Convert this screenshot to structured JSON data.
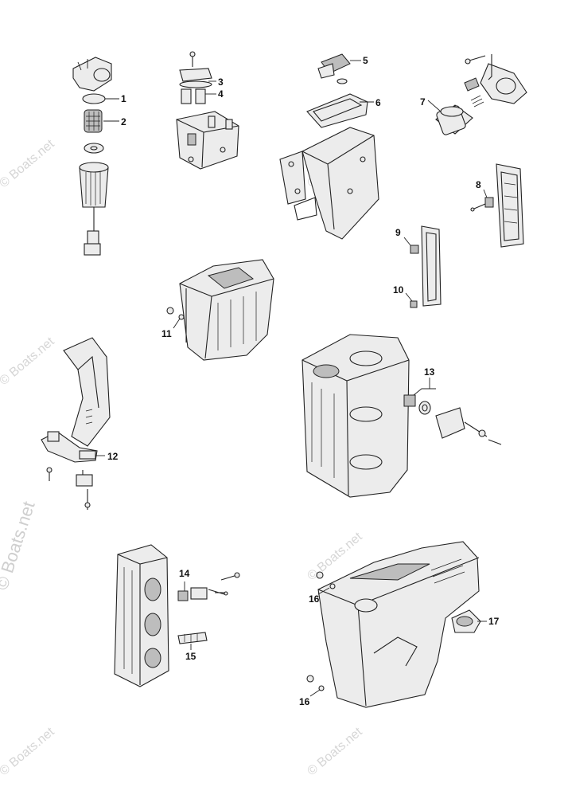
{
  "watermark": "© Boats.net",
  "callouts": [
    {
      "id": "c1",
      "label": "1"
    },
    {
      "id": "c2",
      "label": "2"
    },
    {
      "id": "c3",
      "label": "3"
    },
    {
      "id": "c4",
      "label": "4"
    },
    {
      "id": "c5",
      "label": "5"
    },
    {
      "id": "c6",
      "label": "6"
    },
    {
      "id": "c7",
      "label": "7"
    },
    {
      "id": "c8",
      "label": "8"
    },
    {
      "id": "c9",
      "label": "9"
    },
    {
      "id": "c10",
      "label": "10"
    },
    {
      "id": "c11",
      "label": "11"
    },
    {
      "id": "c12",
      "label": "12"
    },
    {
      "id": "c13",
      "label": "13"
    },
    {
      "id": "c14",
      "label": "14"
    },
    {
      "id": "c15",
      "label": "15"
    },
    {
      "id": "c16a",
      "label": "16"
    },
    {
      "id": "c16b",
      "label": "16"
    },
    {
      "id": "c17",
      "label": "17"
    }
  ],
  "colors": {
    "line": "#222222",
    "fill": "#e9e9e9",
    "shade": "#bdbdbd",
    "watermark": "#d6d6d6"
  }
}
